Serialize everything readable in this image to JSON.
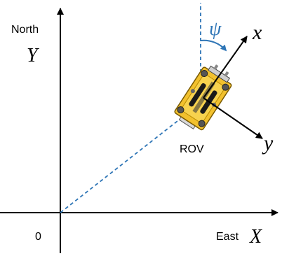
{
  "labels": {
    "north": "North",
    "east": "East",
    "origin": "0",
    "y_axis": "Y",
    "x_axis": "X",
    "heading": "ψ",
    "body_x": "x",
    "body_y": "y",
    "vehicle": "ROV"
  },
  "colors": {
    "axis": "#000000",
    "dashed": "#2e75b6",
    "heading": "#2e75b6",
    "rov_body": "#f2c12e",
    "rov_outline": "#7a5a00",
    "rov_dark": "#1a1a1a",
    "text": "#000000"
  }
}
